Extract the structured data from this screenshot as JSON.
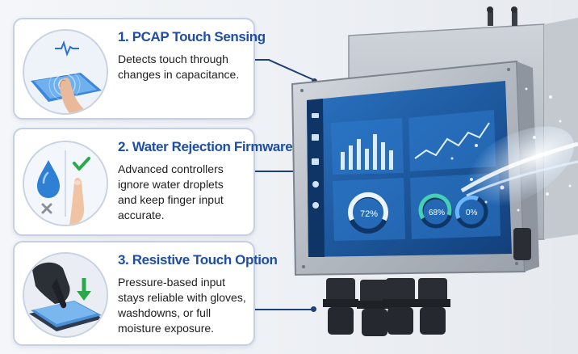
{
  "features": [
    {
      "title": "1. PCAP Touch Sensing",
      "text": "Detects touch through\nchanges in capacitance.",
      "icon": "capacitive-touch-icon"
    },
    {
      "title": "2. Water Rejection Firmware",
      "text": "Advanced controllers\nignore water droplets\nand keep finger input\naccurate.",
      "icon": "water-rejection-icon"
    },
    {
      "title": "3. Resistive Touch Option",
      "text": "Pressure-based input\nstays reliable with gloves,\nwashdowns, or full\nmoisture exposure.",
      "icon": "glove-press-icon"
    }
  ],
  "dashboard": {
    "gauge_left": "72%",
    "gauge_mid": "68%",
    "gauge_right": "0%"
  },
  "colors": {
    "accent": "#1f4ea3",
    "connector": "#1f3f7a",
    "check": "#2aa84a",
    "cross": "#8a8f98",
    "screen": "#1e5fa8",
    "steel": "#b9bfc6"
  }
}
